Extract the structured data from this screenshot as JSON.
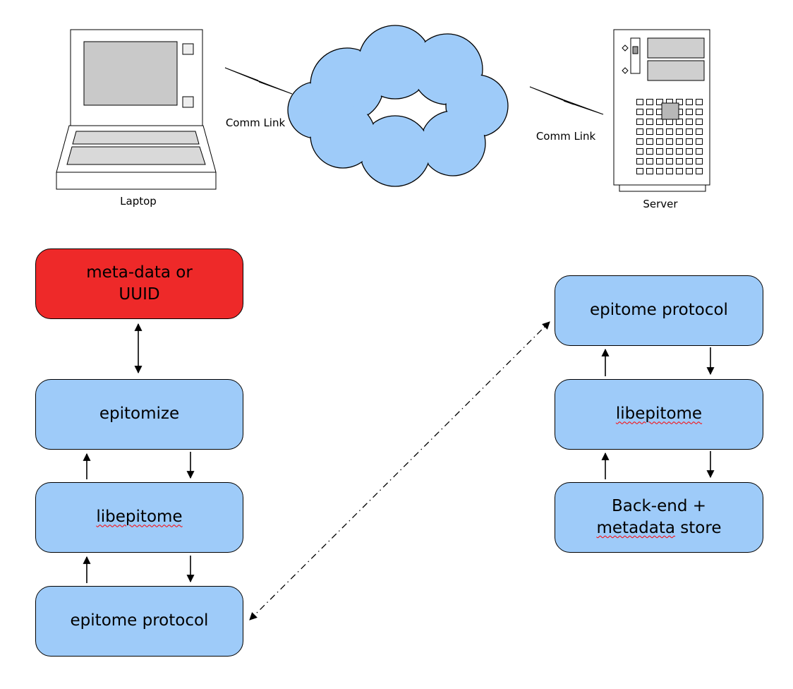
{
  "colors": {
    "node_blue": "#9ecbf9",
    "node_red": "#ee2929",
    "cloud_blue": "#9ecbf9",
    "outline": "#000000",
    "spellcheck_underline": "#ff0000"
  },
  "network": {
    "laptop_label": "Laptop",
    "server_label": "Server",
    "comm_link_left_label": "Comm Link",
    "comm_link_right_label": "Comm Link"
  },
  "left_stack": {
    "boxes": [
      {
        "label": "meta-data or\nUUID",
        "color": "red"
      },
      {
        "label": "epitomize",
        "color": "blue"
      },
      {
        "label": "libepitome",
        "color": "blue",
        "spellcheck_underline": true
      },
      {
        "label": "epitome protocol",
        "color": "blue"
      }
    ]
  },
  "right_stack": {
    "boxes": [
      {
        "label": "epitome protocol",
        "color": "blue"
      },
      {
        "label": "libepitome",
        "color": "blue",
        "spellcheck_underline": true
      },
      {
        "line1": "Back-end +",
        "wavy_word": "metadata",
        "rest": " store",
        "color": "blue"
      }
    ]
  }
}
